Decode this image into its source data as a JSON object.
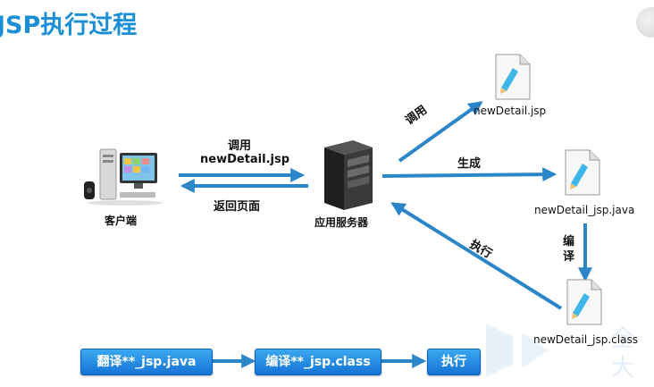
{
  "title": "JSP执行过程",
  "client": {
    "label": "客户端"
  },
  "server": {
    "label": "应用服务器"
  },
  "request": {
    "line1": "调用",
    "line2": "newDetail.jsp"
  },
  "response": {
    "label": "返回页面"
  },
  "to_jsp": {
    "label": "调用"
  },
  "generate": {
    "label": "生成"
  },
  "compile": {
    "label": "编译"
  },
  "execute": {
    "label": "执行"
  },
  "files": {
    "jsp": "newDetail.jsp",
    "java": "newDetail_jsp.java",
    "class": "newDetail_jsp.class"
  },
  "flow": [
    {
      "label": "翻译**_jsp.java"
    },
    {
      "label": "编译**_jsp.class"
    },
    {
      "label": "执行"
    }
  ],
  "colors": {
    "title": "#1a8fd6",
    "arrow": "#2a86c8",
    "button": "#1f86e0"
  }
}
